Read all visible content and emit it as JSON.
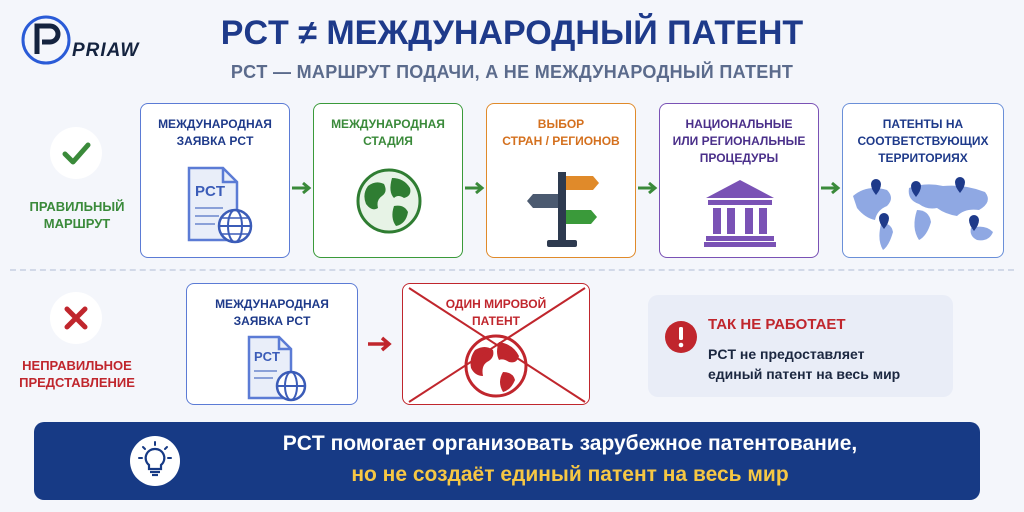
{
  "logo": {
    "text": "PRIAW"
  },
  "header": {
    "title": "PCT ≠ МЕЖДУНАРОДНЫЙ ПАТЕНТ",
    "subtitle": "PCT — МАРШРУТ ПОДАЧИ, А НЕ МЕЖДУНАРОДНЫЙ ПАТЕНТ"
  },
  "correct": {
    "label_line1": "ПРАВИЛЬНЫЙ",
    "label_line2": "МАРШРУТ",
    "color": "#3a8a3a",
    "steps": [
      {
        "line1": "МЕЖДУНАРОДНАЯ",
        "line2": "ЗАЯВКА PCT",
        "line3": "",
        "doc_text": "PCT",
        "color": "#5b7bd5",
        "icon": "pct-document-icon"
      },
      {
        "line1": "МЕЖДУНАРОДНАЯ",
        "line2": "СТАДИЯ",
        "line3": "",
        "color": "#3a9a3a",
        "icon": "globe-icon"
      },
      {
        "line1": "ВЫБОР",
        "line2": "СТРАН / РЕГИОНОВ",
        "line3": "",
        "color": "#e08a2a",
        "icon": "signpost-icon"
      },
      {
        "line1": "НАЦИОНАЛЬНЫЕ",
        "line2": "ИЛИ РЕГИОНАЛЬНЫЕ",
        "line3": "ПРОЦЕДУРЫ",
        "color": "#7a52b5",
        "icon": "government-building-icon"
      },
      {
        "line1": "ПАТЕНТЫ НА",
        "line2": "СООТВЕТСТВУЮЩИХ",
        "line3": "ТЕРРИТОРИЯХ",
        "color": "#6a8fd8",
        "icon": "world-map-pins-icon"
      }
    ]
  },
  "wrong": {
    "label_line1": "НЕПРАВИЛЬНОЕ",
    "label_line2": "ПРЕДСТАВЛЕНИЕ",
    "color": "#c0262d",
    "card1": {
      "line1": "МЕЖДУНАРОДНАЯ",
      "line2": "ЗАЯВКА PCT",
      "doc_text": "PCT"
    },
    "card2": {
      "line1": "ОДИН МИРОВОЙ",
      "line2": "ПАТЕНТ"
    }
  },
  "warning": {
    "title": "ТАК НЕ РАБОТАЕТ",
    "text_line1": "PCT не предоставляет",
    "text_line2": "единый патент на весь мир"
  },
  "banner": {
    "line1": "PCT помогает организовать зарубежное патентование,",
    "line2": "но не создаёт единый патент на весь мир"
  }
}
